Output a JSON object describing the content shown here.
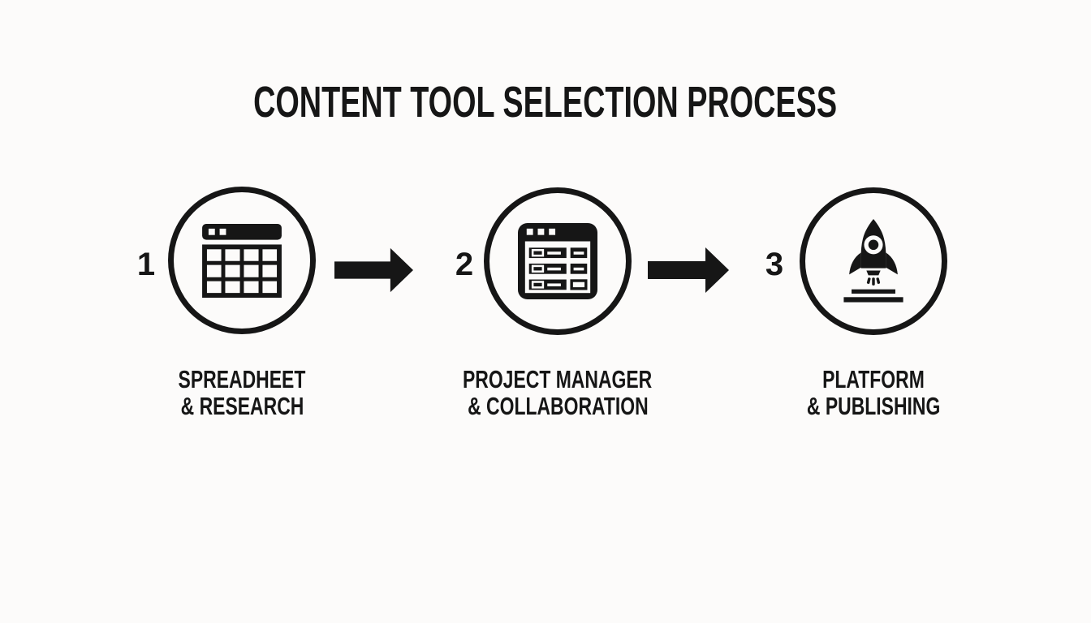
{
  "title": "CONTENT TOOL SELECTION PROCESS",
  "steps": [
    {
      "number": "1",
      "icon": "spreadsheet-icon",
      "label_line1": "SPREADHEET",
      "label_line2": "& RESEARCH"
    },
    {
      "number": "2",
      "icon": "project-board-icon",
      "label_line1": "PROJECT MANAGER",
      "label_line2": "& COLLABORATION"
    },
    {
      "number": "3",
      "icon": "rocket-icon",
      "label_line1": "PLATFORM",
      "label_line2": "& PUBLISHING"
    }
  ],
  "connectors": [
    {
      "icon": "arrow-right-icon"
    },
    {
      "icon": "arrow-right-icon"
    }
  ],
  "colors": {
    "ink": "#161616",
    "background": "#fcfbfa"
  }
}
